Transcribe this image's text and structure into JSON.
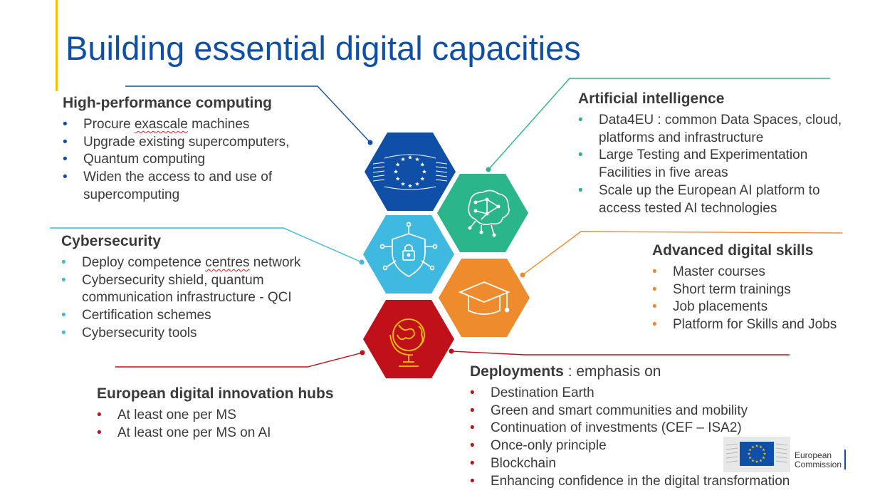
{
  "title": "Building essential digital capacities",
  "colors": {
    "hpc": "#0f4fa8",
    "ai": "#2bb58a",
    "cyber": "#40b9e0",
    "skills": "#ee8b2c",
    "hubs": "#c0101a",
    "accent": "#f1c400"
  },
  "hpc": {
    "heading": "High-performance computing",
    "items": [
      "Procure ",
      "Upgrade existing supercomputers,",
      "Quantum computing",
      "Widen the access to and use of supercomputing"
    ],
    "item0_flagged": "exascale",
    "item0_tail": " machines",
    "icon": "eu-supercomputer-icon"
  },
  "ai": {
    "heading": "Artificial intelligence",
    "items": [
      "Data4EU : common Data Spaces, cloud, platforms and infrastructure",
      "Large Testing and Experimentation Facilities in five areas",
      "Scale up the European AI platform to access tested AI technologies"
    ],
    "icon": "neural-brain-icon"
  },
  "cyber": {
    "heading": "Cybersecurity",
    "items": [
      "Deploy competence ",
      "Cybersecurity shield, quantum communication infrastructure - QCI",
      "Certification schemes",
      "Cybersecurity tools"
    ],
    "item0_flagged": "centres",
    "item0_tail": " network",
    "icon": "shield-lock-icon"
  },
  "skills": {
    "heading": "Advanced digital skills",
    "items": [
      "Master courses",
      "Short term trainings",
      "Job placements",
      "Platform for Skills and Jobs"
    ],
    "icon": "graduation-cap-icon"
  },
  "hubs": {
    "heading": "European digital innovation hubs",
    "items": [
      "At least one per MS",
      "At least one per MS on AI"
    ],
    "icon": "globe-icon"
  },
  "deploy": {
    "heading": "Deployments",
    "heading_suffix": " : emphasis on",
    "items": [
      "Destination Earth",
      "Green and smart communities and mobility",
      "Continuation of investments (CEF – ISA2)",
      "Once-only principle",
      "Blockchain",
      "Enhancing confidence in the digital transformation"
    ]
  },
  "logo": {
    "line1": "European",
    "line2": "Commission",
    "icon": "eu-flag-icon"
  }
}
